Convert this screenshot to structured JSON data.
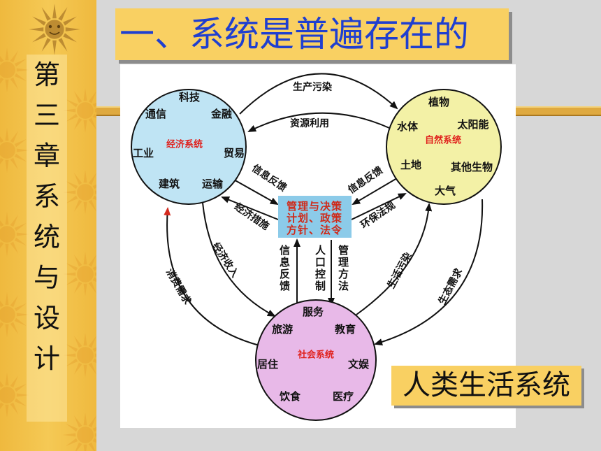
{
  "slide": {
    "title": "一、系统是普遍存在的",
    "chapter_chars": [
      "第",
      "三",
      "章",
      "系",
      "统",
      "与",
      "设",
      "计"
    ],
    "caption": "人类生活系统"
  },
  "diagram": {
    "economic": {
      "name": "经济系统",
      "items": [
        "科技",
        "通信",
        "金融",
        "工业",
        "贸易",
        "建筑",
        "运输"
      ]
    },
    "natural": {
      "name": "自然系统",
      "items": [
        "植物",
        "水体",
        "太阳能",
        "土地",
        "其他生物",
        "大气"
      ]
    },
    "social": {
      "name": "社会系统",
      "items": [
        "服务",
        "旅游",
        "教育",
        "居住",
        "文娱",
        "饮食",
        "医疗"
      ]
    },
    "center": {
      "lines": [
        "管理与决策",
        "计划、政策",
        "方针、法令"
      ]
    },
    "arrows": {
      "econ_to_nat": "生产污染",
      "nat_to_econ": "资源利用",
      "econ_to_center": "信息反馈",
      "center_to_econ": "经济措施",
      "nat_to_center": "信息反馈",
      "center_to_nat": "环保法规",
      "social_to_center": "信息反馈",
      "center_to_social_1": "人口控制",
      "center_to_social_2": "管理方法",
      "econ_to_social": "经济收入",
      "social_to_econ": "消费需求",
      "social_to_nat": "生活污染",
      "nat_to_social": "生态需求"
    }
  },
  "colors": {
    "economic_circle": "#bfe4f4",
    "natural_circle": "#f3f1a6",
    "social_circle": "#e8b9e8",
    "center_box": "#8ccbe9",
    "title_text": "#1f3fd0",
    "label_background": "#f9d062",
    "system_name": "#e0201c"
  }
}
